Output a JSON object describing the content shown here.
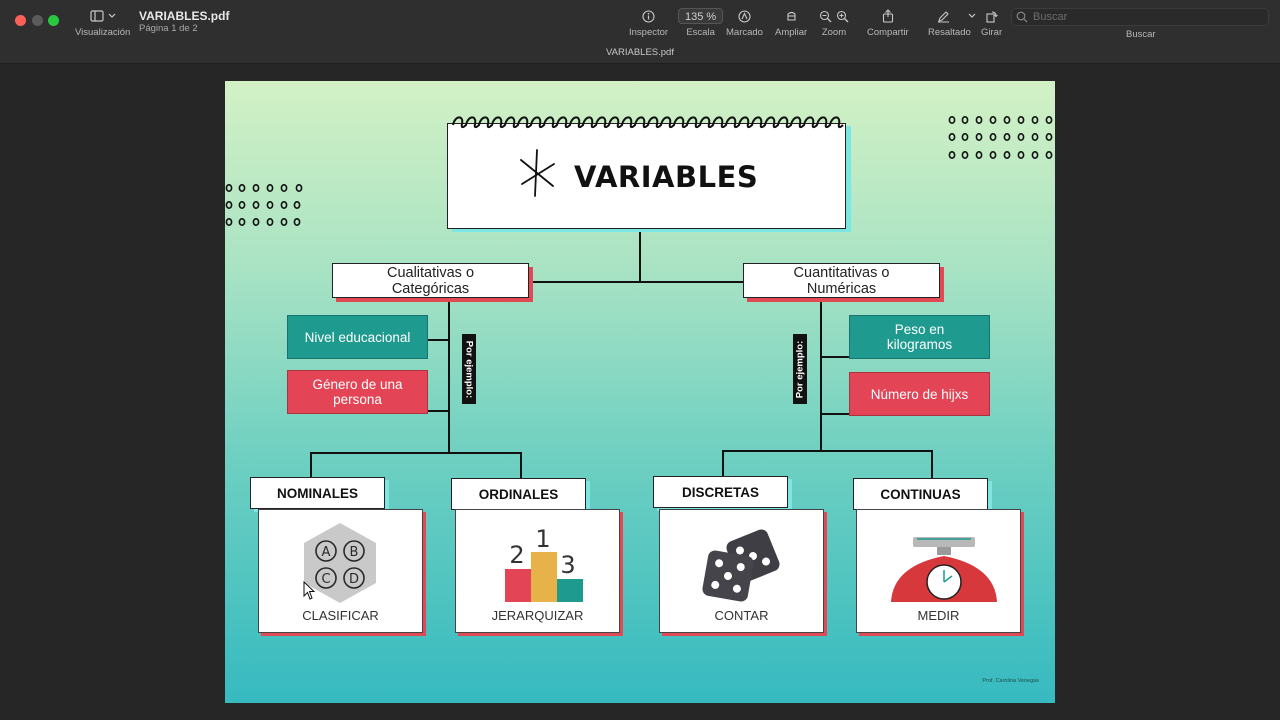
{
  "window": {
    "doc_title": "VARIABLES.pdf",
    "page_info": "Página 1 de 2",
    "tab_title": "VARIABLES.pdf"
  },
  "toolbar": {
    "view_label": "Visualización",
    "inspector_label": "Inspector",
    "scale_value": "135 %",
    "scale_label": "Escala",
    "markup_label": "Marcado",
    "enlarge_label": "Ampliar",
    "zoom_label": "Zoom",
    "share_label": "Compartir",
    "highlight_label": "Resaltado",
    "rotate_label": "Girar",
    "search_placeholder": "Buscar",
    "search_label": "Buscar"
  },
  "diagram": {
    "title": "VARIABLES",
    "left_category": [
      "Cualitativas o",
      "Categóricas"
    ],
    "right_category": [
      "Cuantitativas o",
      "Numéricas"
    ],
    "example_tag": "Por ejemplo:",
    "left_examples": [
      "Nivel educacional",
      "Género de una persona"
    ],
    "right_examples": [
      "Peso en kilogramos",
      "Número de hijxs"
    ],
    "types": [
      {
        "label": "NOMINALES",
        "caption": "CLASIFICAR"
      },
      {
        "label": "ORDINALES",
        "caption": "JERARQUIZAR"
      },
      {
        "label": "DISCRETAS",
        "caption": "CONTAR"
      },
      {
        "label": "CONTINUAS",
        "caption": "MEDIR"
      }
    ],
    "choice_letters": [
      "A",
      "B",
      "C",
      "D"
    ],
    "podium_numbers": [
      "1",
      "2",
      "3"
    ],
    "footer": "Prof. Carolina Venegas"
  },
  "colors": {
    "accent_teal": "#1f9a8f",
    "accent_red": "#e34556",
    "shadow_cyan": "#7be6e2",
    "podium_gold": "#e8b24a"
  }
}
